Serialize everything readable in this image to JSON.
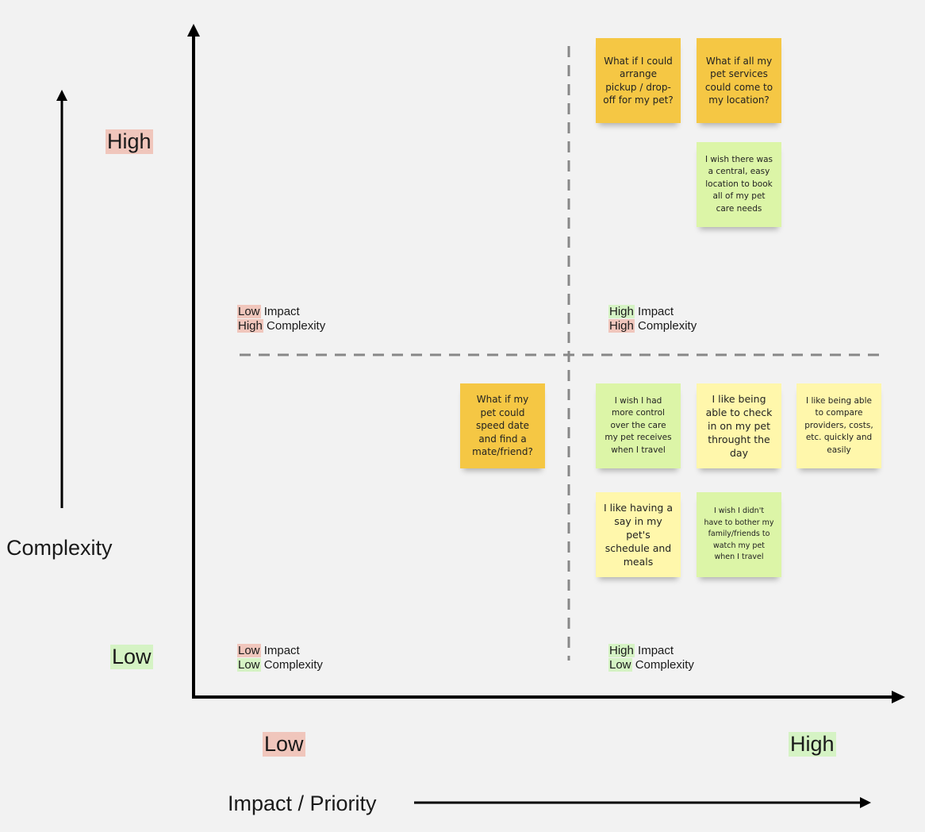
{
  "y_axis": {
    "title": "Complexity",
    "high_label": "High",
    "low_label": "Low"
  },
  "x_axis": {
    "title": "Impact / Priority",
    "low_label": "Low",
    "high_label": "High"
  },
  "quadrants": {
    "top_left": {
      "impact_word": "Low",
      "impact_rest": " Impact",
      "complexity_word": "High",
      "complexity_rest": " Complexity"
    },
    "top_right": {
      "impact_word": "High",
      "impact_rest": " Impact",
      "complexity_word": "High",
      "complexity_rest": " Complexity"
    },
    "bottom_left": {
      "impact_word": "Low",
      "impact_rest": " Impact",
      "complexity_word": "Low",
      "complexity_rest": " Complexity"
    },
    "bottom_right": {
      "impact_word": "High",
      "impact_rest": " Impact",
      "complexity_word": "Low",
      "complexity_rest": " Complexity"
    }
  },
  "colors": {
    "background": "#f2f2f2",
    "low_highlight": "#f0c6bc",
    "high_highlight": "#d5f3c4",
    "sticky_orange": "#f5c744",
    "sticky_green": "#dcf5a7",
    "sticky_yellow": "#fff7ab",
    "divider": "#888888"
  },
  "stickies": {
    "pickup": "What if I could arrange pickup / drop-off for my pet?",
    "services_location": "What if all my pet services could come to my location?",
    "central_booking": "I wish there was a central, easy location to book all of my pet care needs",
    "speed_date": "What if my pet could speed date and find a mate/friend?",
    "control_travel": "I wish I had more control over the care my pet receives when I travel",
    "check_in": "I like being able to check in on my pet throught the day",
    "compare_providers": "I like being able to compare providers, costs, etc. quickly and easily",
    "schedule_meals": "I like having a say in my pet's schedule and meals",
    "bother_family": "I wish I didn't have to bother my family/friends to watch my pet when I travel"
  }
}
